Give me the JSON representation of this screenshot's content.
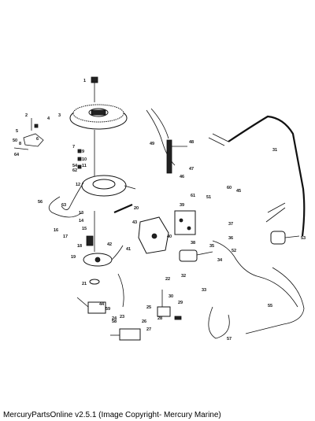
{
  "caption": "MercuryPartsOnline v2.5.1 (Image Copyright- Mercury Marine)",
  "callouts": [
    "1",
    "2",
    "3",
    "4",
    "5",
    "6",
    "7",
    "8",
    "9",
    "10",
    "11",
    "12",
    "13",
    "14",
    "15",
    "16",
    "17",
    "18",
    "19",
    "20",
    "21",
    "22",
    "23",
    "24",
    "25",
    "26",
    "27",
    "28",
    "29",
    "30",
    "31",
    "32",
    "33",
    "34",
    "35",
    "36",
    "37",
    "38",
    "39",
    "40",
    "41",
    "42",
    "43",
    "44",
    "45",
    "46",
    "47",
    "48",
    "49",
    "50",
    "51",
    "52",
    "53",
    "54",
    "55",
    "56",
    "57",
    "58",
    "59",
    "60",
    "61",
    "62",
    "63",
    "64"
  ]
}
